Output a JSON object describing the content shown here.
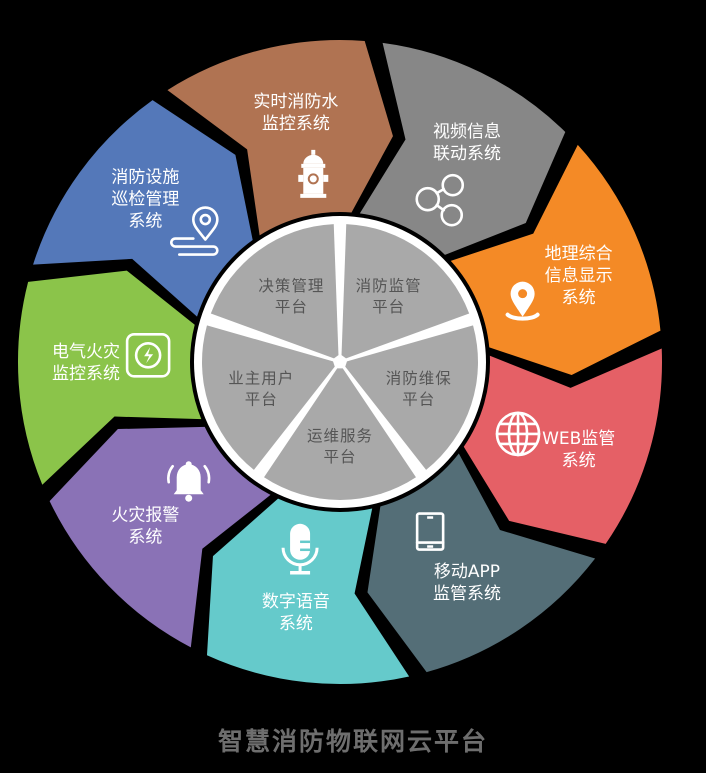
{
  "caption": "智慧消防物联网云平台",
  "background_color": "#000000",
  "ring_segments": [
    {
      "id": "fire-water",
      "lines": [
        "实时消防水",
        "监控系统"
      ],
      "icon": "fire-hydrant-icon",
      "color": "#b07352"
    },
    {
      "id": "video-linkage",
      "lines": [
        "视频信息",
        "联动系统"
      ],
      "icon": "share-nodes-icon",
      "color": "#878787"
    },
    {
      "id": "geo-info",
      "lines": [
        "地理综合",
        "信息显示",
        "系统"
      ],
      "icon": "map-pin-icon",
      "color": "#f48a26"
    },
    {
      "id": "web-monitor",
      "lines": [
        "WEB监管",
        "系统"
      ],
      "icon": "globe-icon",
      "color": "#e56066"
    },
    {
      "id": "mobile-app",
      "lines": [
        "移动APP",
        "监管系统"
      ],
      "icon": "smartphone-icon",
      "color": "#546e77"
    },
    {
      "id": "digital-voice",
      "lines": [
        "数字语音",
        "系统"
      ],
      "icon": "microphone-icon",
      "color": "#65cacb"
    },
    {
      "id": "fire-alarm",
      "lines": [
        "火灾报警",
        "系统"
      ],
      "icon": "bell-ringing-icon",
      "color": "#8a72b6"
    },
    {
      "id": "electrical-fire",
      "lines": [
        "电气火灾",
        "监控系统"
      ],
      "icon": "power-bolt-icon",
      "color": "#8bc44a"
    },
    {
      "id": "facility-patrol",
      "lines": [
        "消防设施",
        "巡检管理",
        "系统"
      ],
      "icon": "route-pin-icon",
      "color": "#5478b9"
    }
  ],
  "core_platforms": [
    {
      "id": "fire-supervision",
      "lines": [
        "消防监管",
        "平台"
      ]
    },
    {
      "id": "fire-maintenance",
      "lines": [
        "消防维保",
        "平台"
      ]
    },
    {
      "id": "ops-service",
      "lines": [
        "运维服务",
        "平台"
      ]
    },
    {
      "id": "owner-user",
      "lines": [
        "业主用户",
        "平台"
      ]
    },
    {
      "id": "decision-management",
      "lines": [
        "决策管理",
        "平台"
      ]
    }
  ],
  "core_color": "#a9a9a9",
  "core_ring_color": "#ffffff",
  "core_text_color": "#555555",
  "icon_color": "#ffffff"
}
